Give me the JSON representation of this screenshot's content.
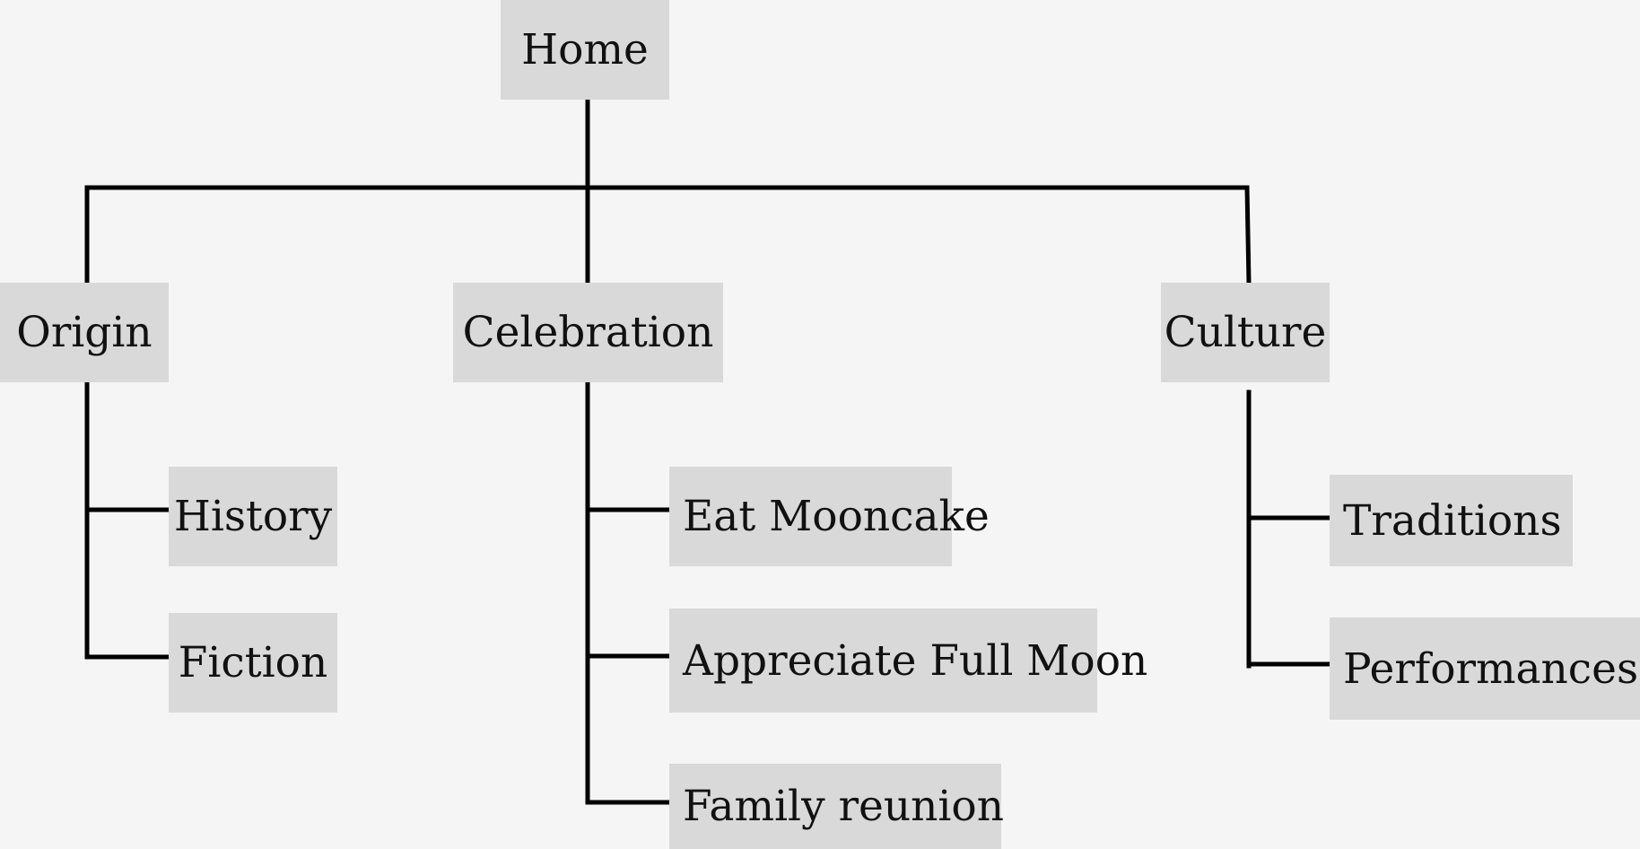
{
  "root": {
    "label": "Home"
  },
  "branches": [
    {
      "label": "Origin",
      "children": [
        "History",
        "Fiction"
      ]
    },
    {
      "label": "Celebration",
      "children": [
        "Eat Mooncake",
        "Appreciate Full Moon",
        "Family reunion"
      ]
    },
    {
      "label": "Culture",
      "children": [
        "Traditions",
        "Performances"
      ]
    }
  ]
}
